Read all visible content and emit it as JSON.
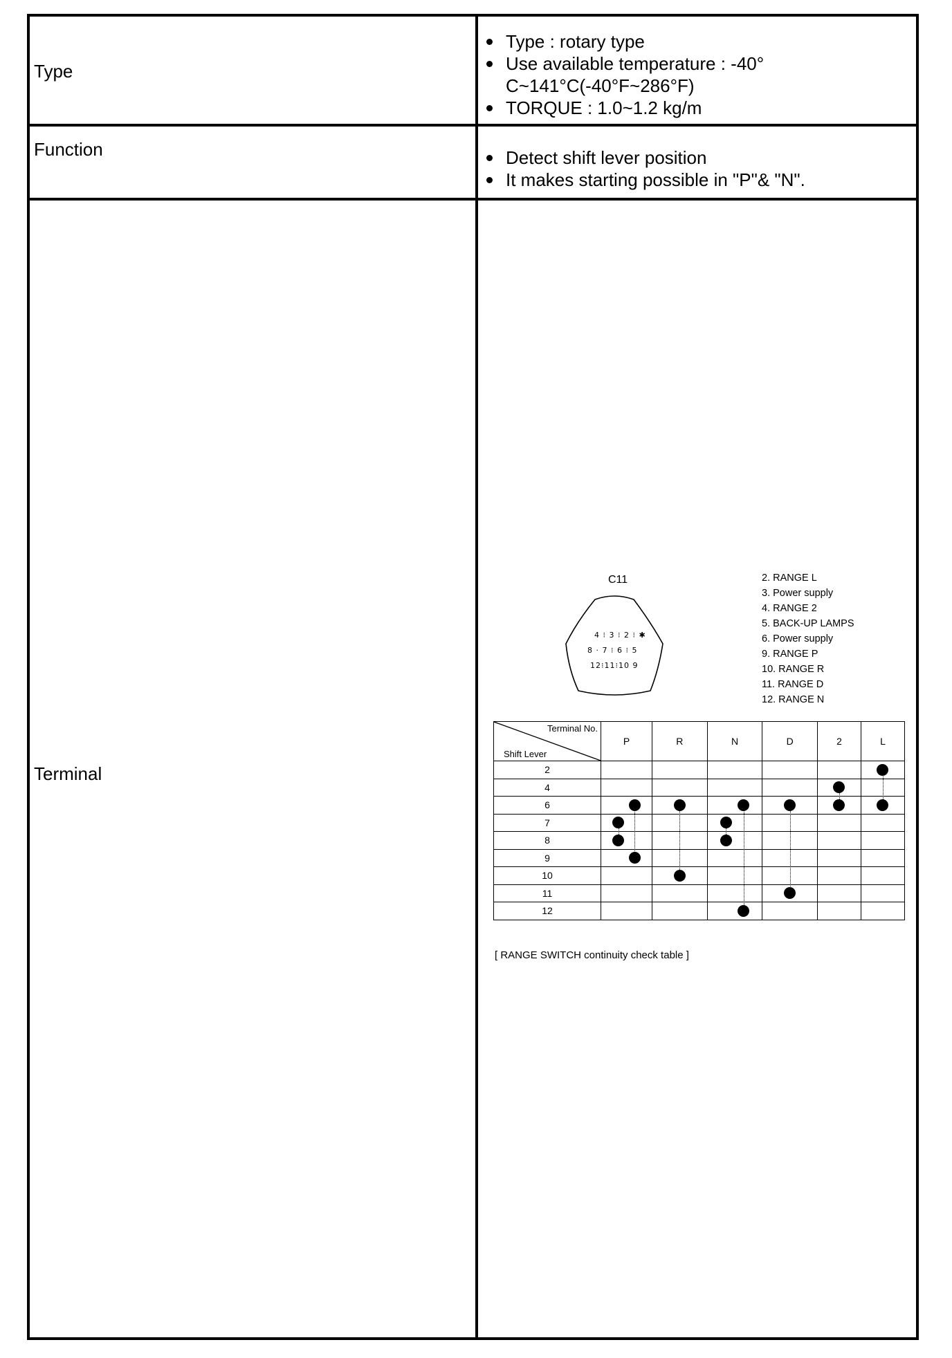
{
  "rows": {
    "type": {
      "label": "Type",
      "items": [
        "Type : rotary type",
        "Use available temperature : -40°",
        "C~141°C(-40°F~286°F)",
        "TORQUE : 1.0~1.2 kg/m"
      ]
    },
    "function": {
      "label": "Function",
      "items": [
        "Detect shift lever position",
        "It makes starting possible in \"P\"& \"N\"."
      ]
    },
    "terminal": {
      "label": "Terminal"
    }
  },
  "connector": {
    "name": "C11",
    "pin_rows": [
      "4 ⁝ 3 ⁝ 2 ⁝ ✱",
      "8 · 7 ⁝ 6 ⁝ 5",
      "12⁝11⁝10 9"
    ],
    "legend": [
      "2. RANGE L",
      "3. Power supply",
      "4. RANGE 2",
      "5. BACK-UP LAMPS",
      "6. Power supply",
      "9. RANGE P",
      "10. RANGE R",
      "11. RANGE D",
      "12. RANGE N"
    ]
  },
  "continuity_table": {
    "corner_top": "Terminal No.",
    "corner_bottom": "Shift Lever",
    "columns": [
      "P",
      "R",
      "N",
      "D",
      "2",
      "L"
    ],
    "rows": [
      "2",
      "4",
      "6",
      "7",
      "8",
      "9",
      "10",
      "11",
      "12"
    ],
    "connections": [
      {
        "column": "P",
        "rows": [
          "6",
          "9"
        ]
      },
      {
        "column": "P",
        "rows": [
          "7",
          "8"
        ]
      },
      {
        "column": "R",
        "rows": [
          "6",
          "10"
        ]
      },
      {
        "column": "N",
        "rows": [
          "6",
          "12"
        ]
      },
      {
        "column": "N",
        "rows": [
          "7",
          "8"
        ]
      },
      {
        "column": "D",
        "rows": [
          "6",
          "11"
        ]
      },
      {
        "column": "2",
        "rows": [
          "4",
          "6"
        ]
      },
      {
        "column": "L",
        "rows": [
          "2",
          "6"
        ]
      }
    ],
    "caption": "[ RANGE SWITCH continuity check table ]"
  }
}
